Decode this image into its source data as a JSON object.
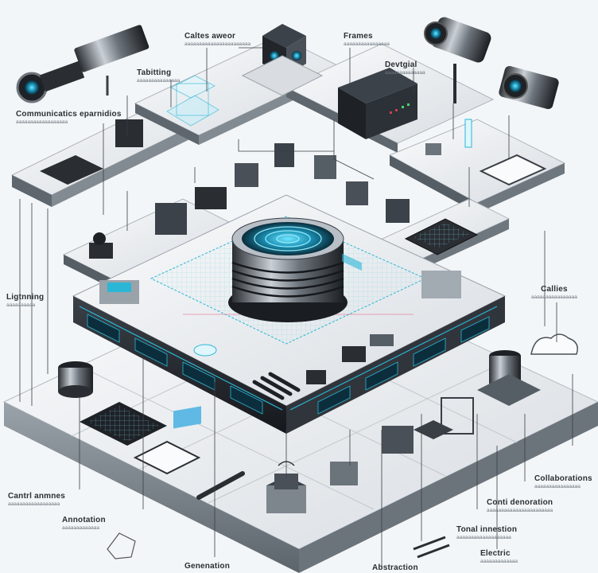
{
  "labels": {
    "camera_sensor": {
      "title": "Caltes aweor",
      "sub": "aaaaaaaaaaaaaaaaaaaaaaa"
    },
    "frames": {
      "title": "Frames",
      "sub": "aaaaaaaaaaaaaaaa"
    },
    "tabitting": {
      "title": "Tabitting",
      "sub": "aaaaaaaaaaaaaaa"
    },
    "devtgial": {
      "title": "Devtgial",
      "sub": "aaaaaaaaaaaaaa"
    },
    "communication": {
      "title": "Communicatics eparnidios",
      "sub": "aaaaaaaaaaaaaaaaaa"
    },
    "lightning": {
      "title": "Ligtnning",
      "sub": "aaaaaaaaaa"
    },
    "callies": {
      "title": "Callies",
      "sub": "aaaaaaaaaaaaaaaa"
    },
    "control": {
      "title": "Cantrl anmnes",
      "sub": "aaaaaaaaaaaaaaaaaa"
    },
    "annotation": {
      "title": "Annotation",
      "sub": "aaaaaaaaaaaaa"
    },
    "generation": {
      "title": "Genenation",
      "sub": ""
    },
    "abstraction": {
      "title": "Abstraction",
      "sub": ""
    },
    "collaborations": {
      "title": "Collaborations",
      "sub": "aaaaaaaaaaaaaaaa"
    },
    "conti_generation": {
      "title": "Conti denoration",
      "sub": "aaaaaaaaaaaaaaaaaaaaaaa"
    },
    "tonal": {
      "title": "Tonal innestion",
      "sub": "aaaaaaaaaaaaaaaaaaa"
    },
    "electric": {
      "title": "Electric",
      "sub": "aaaaaaaaaaaaa"
    }
  },
  "colors": {
    "accent": "#2bb6d6",
    "accent_dark": "#0f6b86",
    "metal_light": "#e6e9ec",
    "metal_dark": "#2b2f35",
    "line": "#3a3f45"
  }
}
